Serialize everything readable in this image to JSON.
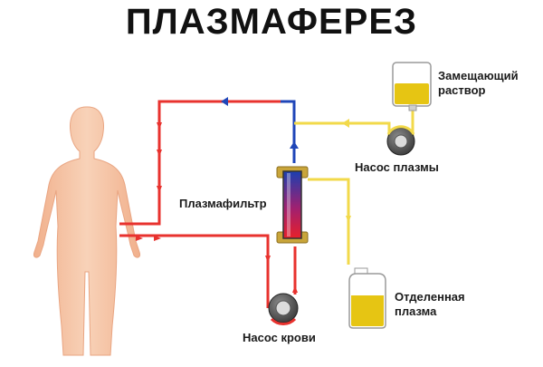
{
  "title": "ПЛАЗМАФЕРЕЗ",
  "labels": {
    "replacement_solution_line1": "Замещающий",
    "replacement_solution_line2": "раствор",
    "plasma_pump": "Насос плазмы",
    "plasma_filter": "Плазмафильтр",
    "separated_plasma_line1": "Отделенная",
    "separated_plasma_line2": "плазма",
    "blood_pump": "Насос крови"
  },
  "colors": {
    "arterial_line": "#e8322e",
    "venous_line": "#1f46b8",
    "plasma_line": "#f2d94a",
    "body": "#f6c7a8",
    "filter_top": "#1c3fb0",
    "filter_bottom": "#e8202a",
    "plasma_fill": "#e6c513"
  },
  "icons": [
    "human-body-icon",
    "plasma-filter-icon",
    "blood-pump-icon",
    "plasma-pump-icon",
    "replacement-solution-bag-icon",
    "plasma-canister-icon"
  ]
}
